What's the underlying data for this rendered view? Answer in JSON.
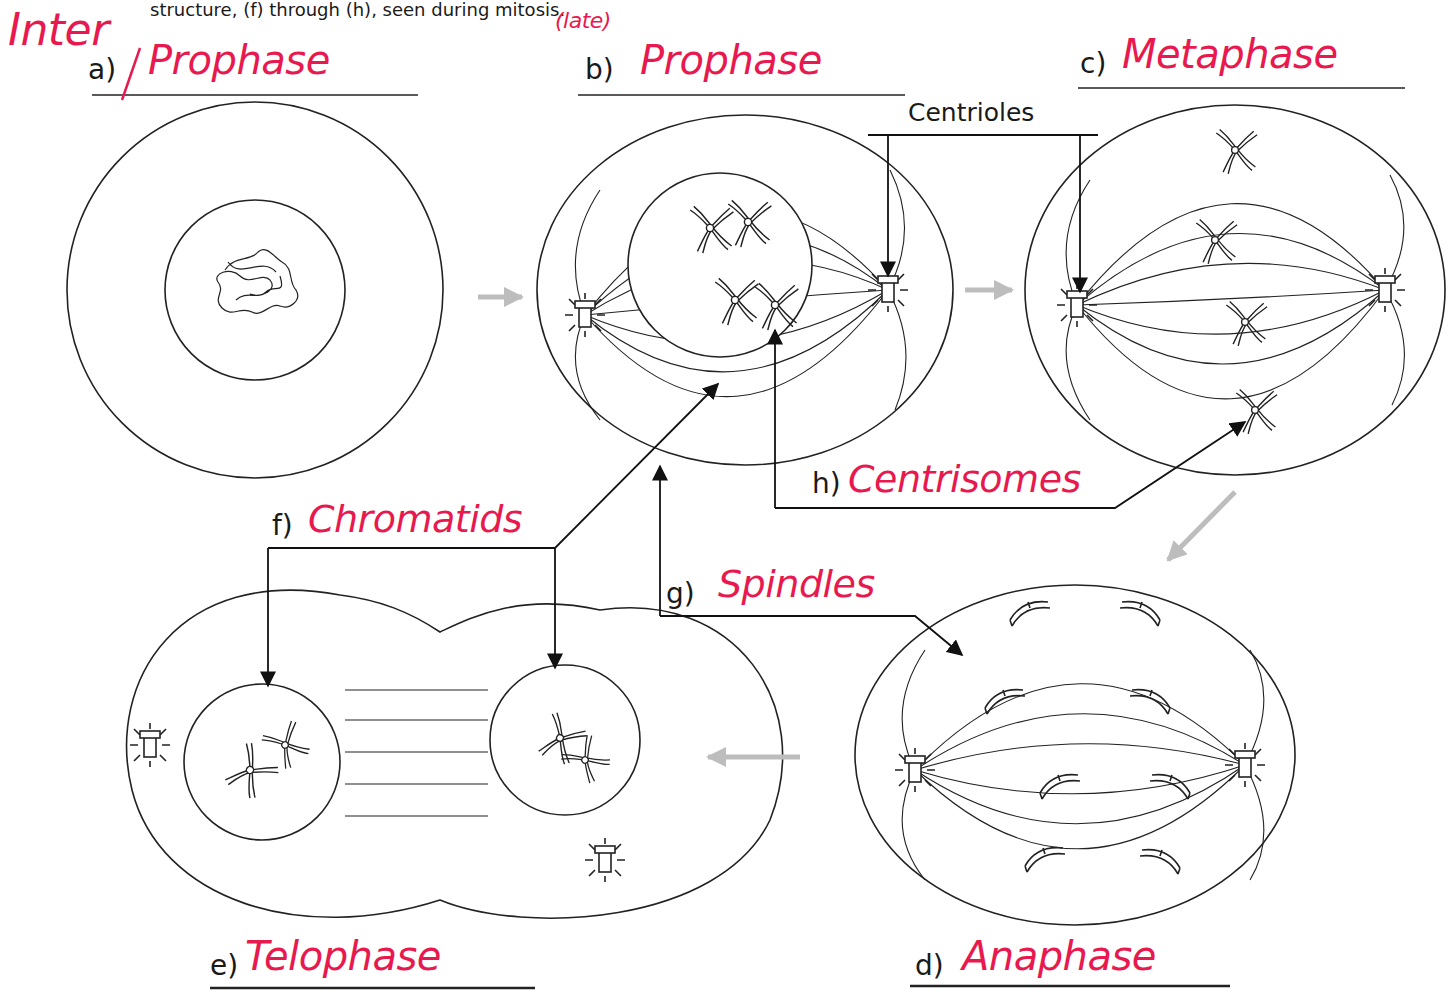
{
  "diagram": {
    "labels": [
      "structure, (f) through (h), seen during mitosis.",
      "Inter",
      "(late)",
      "a)",
      "Prophase",
      "b)",
      "Prophase",
      "c)",
      "Metaphase",
      "Centrioles",
      "h)",
      "Centrisomes",
      "f)",
      "Chromatids",
      "g)",
      "Spindles",
      "e)",
      "Telophase",
      "d)",
      "Anaphase"
    ]
  }
}
